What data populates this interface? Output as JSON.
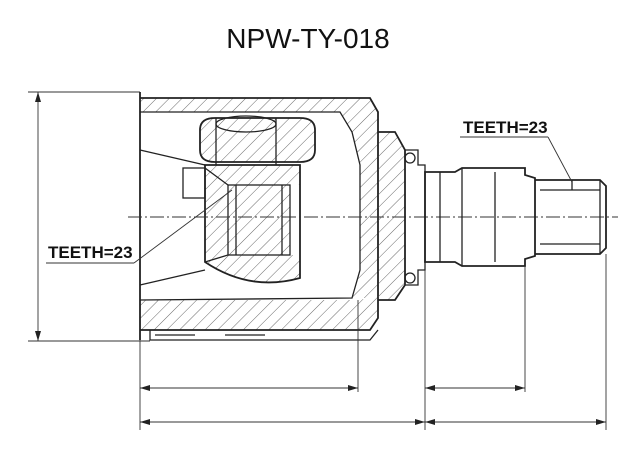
{
  "title": "NPW-TY-018",
  "labels": {
    "teeth_right": "TEETH=23",
    "teeth_left": "TEETH=23"
  },
  "colors": {
    "line": "#222222",
    "background": "#ffffff"
  }
}
